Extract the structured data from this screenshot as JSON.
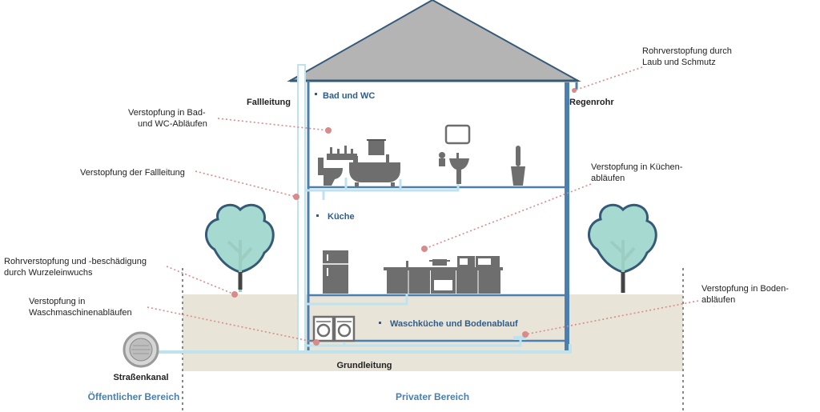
{
  "labels": {
    "fallleitung": "Fallleitung",
    "regenrohr": "Regenrohr",
    "grundleitung": "Grundleitung",
    "strassenkanal": "Straßenkanal",
    "oeffentlich": "Öffentlicher Bereich",
    "privat": "Privater Bereich"
  },
  "rooms": {
    "bad": "Bad und WC",
    "kueche": "Küche",
    "waschkueche": "Waschküche und Bodenablauf"
  },
  "callouts": {
    "bad": [
      "Verstopfung in Bad-",
      "und WC-Abläufen"
    ],
    "fallleitung": [
      "Verstopfung der Fallleitung"
    ],
    "wurzel": [
      "Rohrverstopfung und -beschädigung",
      "durch Wurzeleinwuchs"
    ],
    "wasch": [
      "Verstopfung in",
      "Waschmaschinenabläufen"
    ],
    "laub": [
      "Rohrverstopfung durch",
      "Laub und Schmutz"
    ],
    "kueche": [
      "Verstopfung in Küchen-",
      "abläufen"
    ],
    "boden": [
      "Verstopfung in Boden-",
      "abläufen"
    ]
  },
  "icons": [
    "roof-icon",
    "tree-icon",
    "sewer-manhole-icon",
    "toilet-icon",
    "bathtub-icon",
    "towel-rack-icon",
    "sink-icon",
    "mirror-icon",
    "plant-icon",
    "fridge-icon",
    "kitchen-counter-icon",
    "stove-icon",
    "microwave-icon",
    "washing-machine-icon",
    "dryer-icon"
  ],
  "colors": {
    "wall": "#4a7fb0",
    "roof": "#b4b4b4",
    "pipe": "#bfe3ee",
    "ground": "#e9e4d8",
    "callout": "#d98a8a",
    "tree": "#a6d9cf",
    "furniture": "#6e6e6e"
  }
}
